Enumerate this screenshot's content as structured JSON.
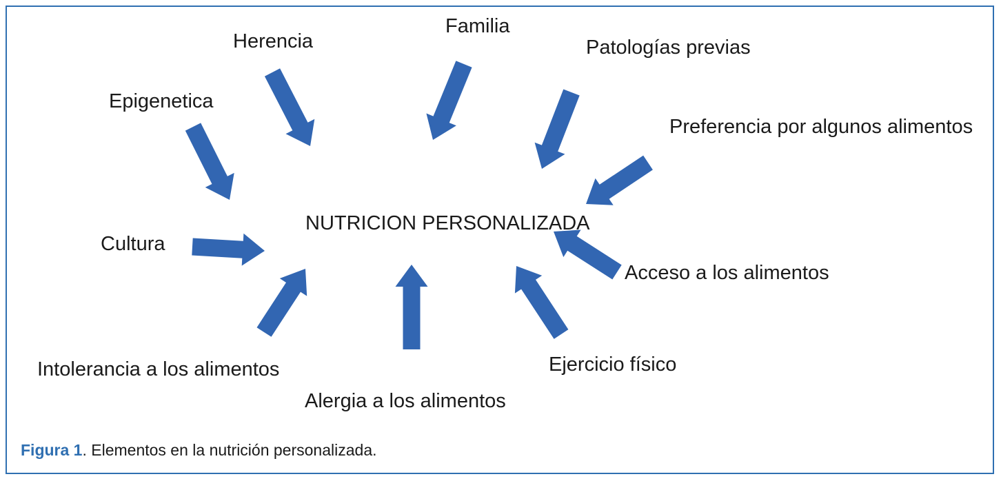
{
  "diagram": {
    "center_label": "NUTRICION PERSONALIZADA",
    "arrow_color": "#3266b2",
    "factors": {
      "familia": "Familia",
      "herencia": "Herencia",
      "patologias": "Patologías previas",
      "epigenetica": "Epigenetica",
      "preferencia": "Preferencia por algunos alimentos",
      "cultura": "Cultura",
      "acceso": "Acceso a los alimentos",
      "intolerancia": "Intolerancia a los alimentos",
      "ejercicio": "Ejercicio físico",
      "alergia": "Alergia a los alimentos"
    }
  },
  "caption": {
    "label": "Figura 1",
    "text": ". Elementos en la nutrición personalizada.",
    "label_color": "#2f6fb1"
  }
}
